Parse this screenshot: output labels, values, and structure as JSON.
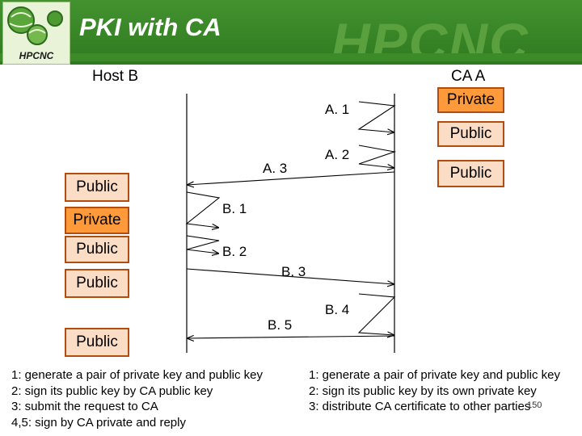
{
  "header": {
    "title": "PKI with CA",
    "logo_text": "HPCNC",
    "watermark": "HPCNC"
  },
  "labels": {
    "host_b": "Host B",
    "ca_a": "CA A"
  },
  "ca_keys": {
    "private": "Private",
    "public_top": "Public",
    "public_bottom": "Public"
  },
  "host_b_keys": {
    "public_1": "Public",
    "private": "Private",
    "public_2": "Public",
    "public_3": "Public",
    "public_4": "Public"
  },
  "steps": {
    "a1": "A. 1",
    "a2": "A. 2",
    "a3": "A. 3",
    "b1": "B. 1",
    "b2": "B. 2",
    "b3": "B. 3",
    "b4": "B. 4",
    "b5": "B. 5"
  },
  "notes_left": [
    "1: generate a pair of private key and public key",
    "2: sign its public key by CA public key",
    "3: submit the request to CA",
    "4,5: sign by CA private and reply"
  ],
  "notes_right": [
    "1: generate a pair of private key and public key",
    "2: sign its public key by its own private key",
    "3: distribute CA certificate to other parties"
  ],
  "page_number": "150"
}
